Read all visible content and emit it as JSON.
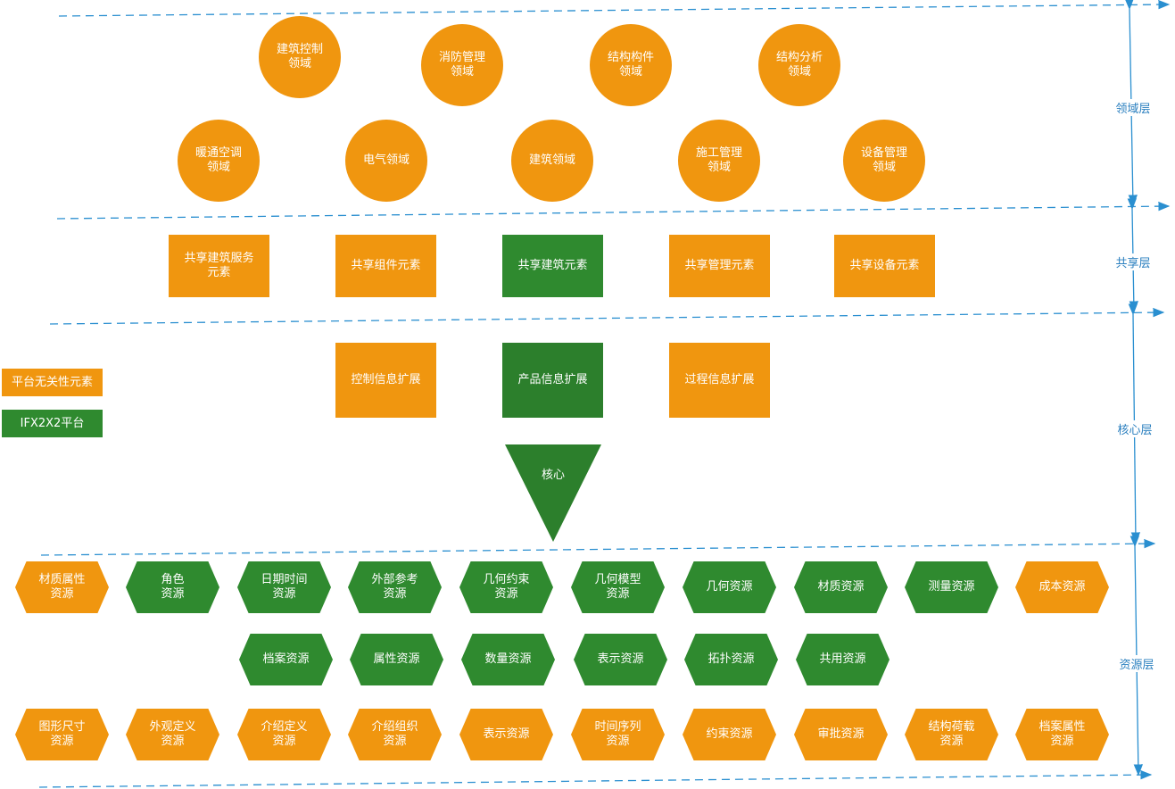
{
  "colors": {
    "orange": "#f0960f",
    "green": "#2f8a2f",
    "line_blue": "#2a8fd0"
  },
  "domain_layer": {
    "label": "领域层",
    "row1": [
      "建筑控制\n领域",
      "消防管理\n领域",
      "结构构件\n领域",
      "结构分析\n领域"
    ],
    "row2": [
      "暖通空调\n领域",
      "电气领域",
      "建筑领域",
      "施工管理\n领域",
      "设备管理\n领域"
    ]
  },
  "shared_layer": {
    "label": "共享层",
    "items": [
      "共享建筑服务\n元素",
      "共享组件元素",
      "共享建筑元素",
      "共享管理元素",
      "共享设备元素"
    ]
  },
  "core_layer": {
    "label": "核心层",
    "items": [
      "控制信息扩展",
      "产品信息扩展",
      "过程信息扩展"
    ],
    "core": "核心"
  },
  "legend": {
    "orange_label": "平台无关性元素",
    "green_label": "IFX2X2平台"
  },
  "resource_layer": {
    "label": "资源层",
    "row1": [
      "材质属性\n资源",
      "角色\n资源",
      "日期时间\n资源",
      "外部参考\n资源",
      "几何约束\n资源",
      "几何模型\n资源",
      "几何资源",
      "材质资源",
      "测量资源",
      "成本资源"
    ],
    "row2": [
      "档案资源",
      "属性资源",
      "数量资源",
      "表示资源",
      "拓扑资源",
      "共用资源"
    ],
    "row3": [
      "图形尺寸\n资源",
      "外观定义\n资源",
      "介绍定义\n资源",
      "介绍组织\n资源",
      "表示资源",
      "时间序列\n资源",
      "约束资源",
      "审批资源",
      "结构荷载\n资源",
      "档案属性\n资源"
    ]
  }
}
